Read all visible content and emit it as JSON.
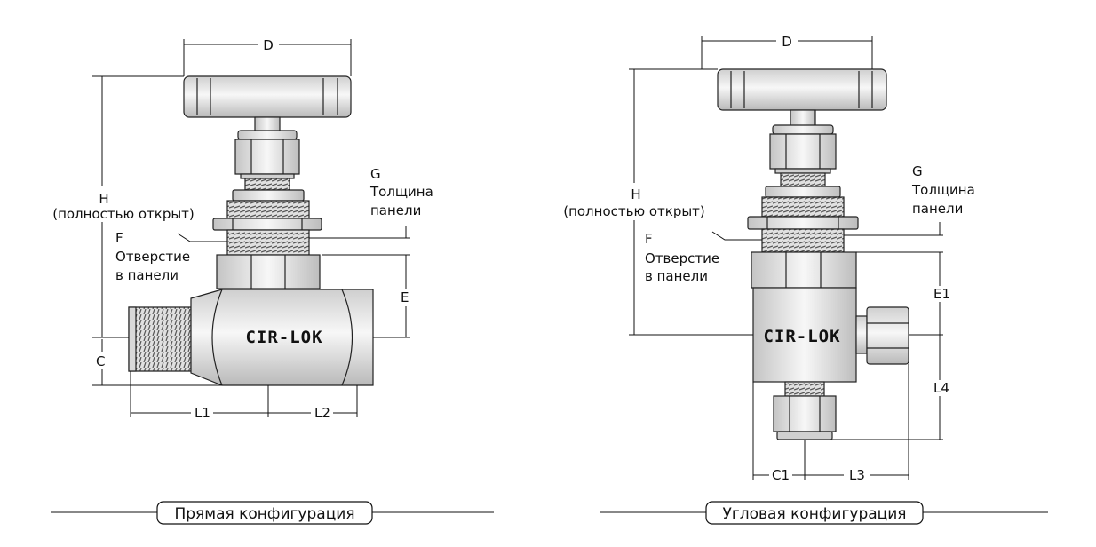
{
  "straight": {
    "dims": {
      "D": "D",
      "H": "H",
      "H_note": "(полностью открыт)",
      "G": "G",
      "G_l1": "Толщина",
      "G_l2": "панели",
      "F": "F",
      "F_l1": "Отверстие",
      "F_l2": "в панели",
      "E": "E",
      "C": "C",
      "L1": "L1",
      "L2": "L2"
    },
    "logo": "CIR-LOK",
    "caption": "Прямая конфигурация"
  },
  "angle": {
    "dims": {
      "D": "D",
      "H": "H",
      "H_note": "(полностью открыт)",
      "G": "G",
      "G_l1": "Толщина",
      "G_l2": "панели",
      "F": "F",
      "F_l1": "Отверстие",
      "F_l2": "в панели",
      "E1": "E1",
      "L4": "L4",
      "C1": "C1",
      "L3": "L3"
    },
    "logo": "CIR-LOK",
    "caption": "Угловая конфигурация"
  },
  "colors": {
    "metal_light": "#f2f2f2",
    "metal_mid": "#d9d9d9",
    "metal_dark": "#b5b5b5",
    "line": "#111111"
  }
}
